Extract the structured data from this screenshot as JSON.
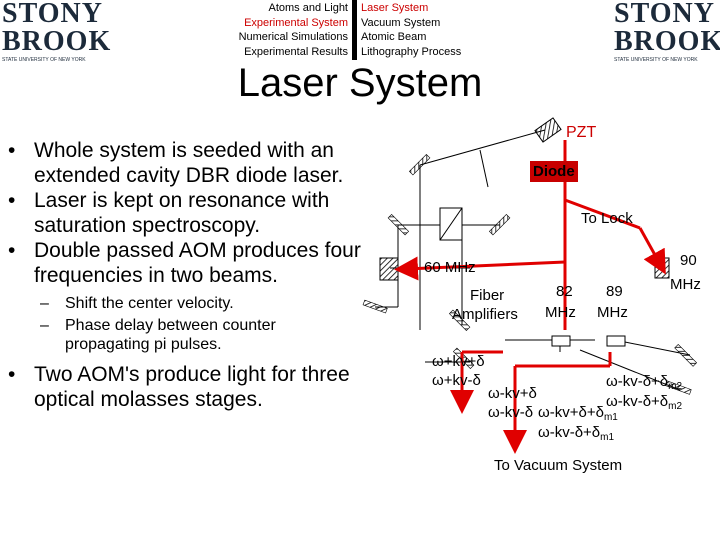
{
  "logo": {
    "word1": "STONY",
    "word2": "BROOK",
    "tagline": "STATE UNIVERSITY OF NEW YORK"
  },
  "nav": {
    "left": [
      "Atoms and Light",
      "Experimental System",
      "Numerical Simulations",
      "Experimental Results"
    ],
    "right": [
      "Laser System",
      "Vacuum System",
      "Atomic Beam",
      "Lithography Process"
    ]
  },
  "colors": {
    "active_nav": "#cc0000",
    "beam": "#e00000",
    "label_red": "#cc0000",
    "brand": "#1c2a3a"
  },
  "title": "Laser System",
  "bullets": {
    "b1": "Whole system is seeded with an extended cavity DBR diode laser.",
    "b2": "Laser is kept on resonance with saturation spectroscopy.",
    "b3": "Double passed AOM produces four frequencies in two beams.",
    "sub1": "Shift the center velocity.",
    "sub2a": "Phase delay between counter",
    "sub2b": "propagating pi pulses.",
    "b4": "Two AOM's produce light for three optical molasses stages."
  },
  "diagram": {
    "pzt": "PZT",
    "diode": "Diode",
    "to_lock": "To Lock",
    "mhz60": "60 MHz",
    "fiber1": "Fiber",
    "fiber2": "Amplifiers",
    "f82a": "82",
    "f82b": "MHz",
    "f89a": "89",
    "f89b": "MHz",
    "f90a": "90",
    "f90b": "MHz",
    "to_vacuum": "To Vacuum System",
    "w1": "ω+kv+δ",
    "w2": "ω+kv-δ",
    "w3": "ω-kv+δ",
    "w4": "ω-kv-δ",
    "w5a": "ω-kv+δ+δ",
    "w5s": "m1",
    "w6a": "ω-kv-δ+δ",
    "w6s": "m1",
    "w7a": "ω-kv-δ+δ",
    "w7s": "m2",
    "w8a": "ω-kv-δ+δ",
    "w8s": "m2"
  }
}
